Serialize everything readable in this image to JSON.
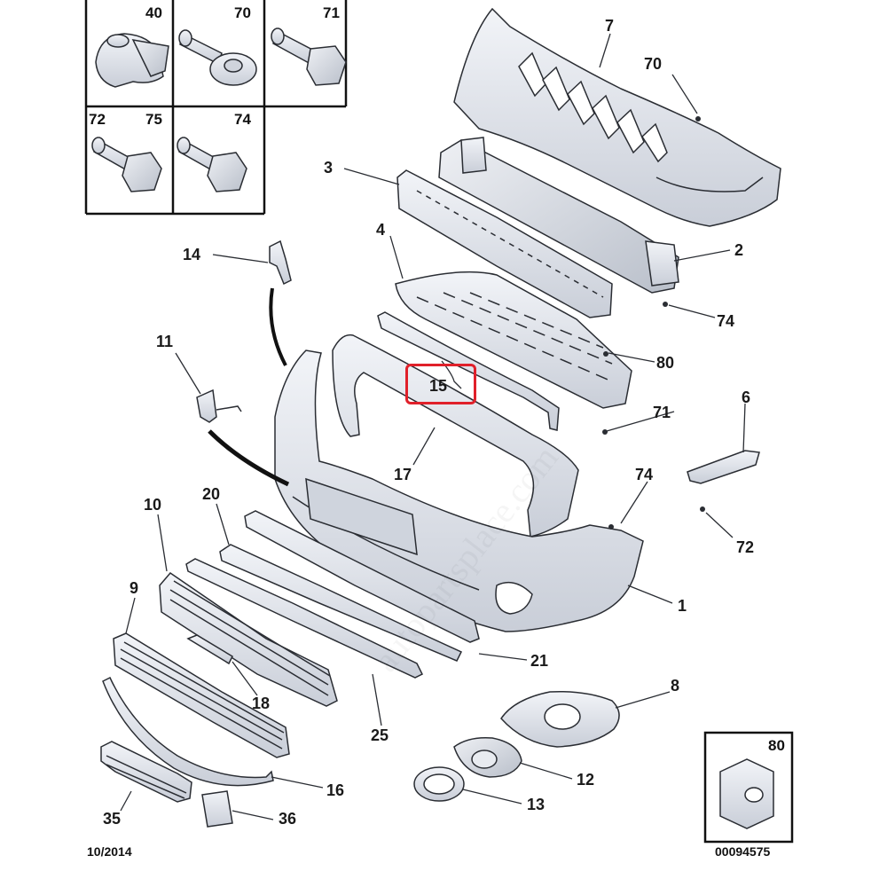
{
  "diagram": {
    "highlight_color": "#e0202a",
    "part_fill": "#e4e7ee",
    "part_stroke": "#2a2d33",
    "labels": {
      "p1": "1",
      "p2": "2",
      "p3": "3",
      "p4": "4",
      "p6": "6",
      "p7": "7",
      "p8": "8",
      "p9": "9",
      "p10": "10",
      "p11": "11",
      "p12": "12",
      "p13": "13",
      "p14": "14",
      "p15": "15",
      "p16": "16",
      "p17": "17",
      "p18": "18",
      "p20": "20",
      "p21": "21",
      "p25": "25",
      "p35": "35",
      "p36": "36",
      "p70": "70",
      "p71a": "71",
      "p72": "72",
      "p74a": "74",
      "p74b": "74",
      "p80": "80"
    },
    "fastener_boxes": {
      "b40": "40",
      "b70": "70",
      "b71": "71",
      "b72": "72",
      "b75": "75",
      "b74": "74",
      "b80": "80"
    },
    "footer": {
      "date": "10/2014",
      "ref": "00094575"
    }
  }
}
